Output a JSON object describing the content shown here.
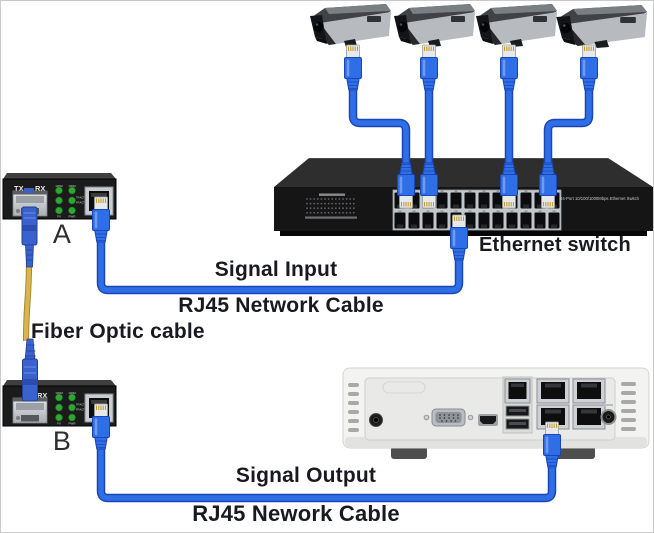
{
  "labels": {
    "signal_input": "Signal Input",
    "rj45_network_cable": "RJ45 Network Cable",
    "fiber_optic_cable": "Fiber Optic cable",
    "signal_output": "Signal Output",
    "rj45_nework_cable": "RJ45 Nework Cable",
    "ethernet_switch": "Ethernet switch"
  },
  "switch": {
    "panel_text": "24-Port 10/100/1000Mbps Ethernet Switch"
  },
  "converter_a": {
    "label": "A",
    "tx": "TX",
    "rx": "RX"
  },
  "converter_b": {
    "label": "B",
    "rx": "RX"
  },
  "converter_led_labels": [
    "100M",
    "100M",
    "TP/ACT",
    "FP/ACT",
    "FX",
    "PWR"
  ],
  "colors": {
    "cable_blue": "#2e6ee6",
    "cable_blue_dark": "#1b46b4",
    "fiber_yellow": "#d9b54f",
    "led_green": "#2da834",
    "label_text": "#191922"
  }
}
